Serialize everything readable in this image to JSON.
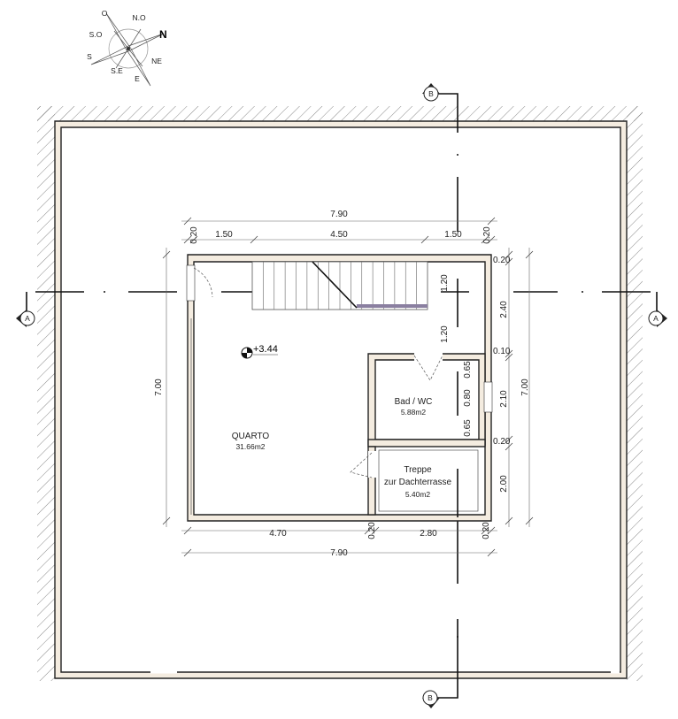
{
  "compass": {
    "labels": [
      "O",
      "N.O",
      "N",
      "NE",
      "E",
      "S.E",
      "S",
      "S.O"
    ]
  },
  "sections": {
    "a": "A",
    "b": "B"
  },
  "level": "+3.44",
  "rooms": [
    {
      "name": "QUARTO",
      "area": "31.66m2"
    },
    {
      "name": "Bad / WC",
      "area": "5.88m2"
    },
    {
      "name": "Treppe",
      "name2": "zur Dachterrasse",
      "area": "5.40m2"
    }
  ],
  "dims": {
    "top_total": "7.90",
    "top": [
      "0.20",
      "1.50",
      "4.50",
      "1.50",
      "0.20"
    ],
    "bottom": [
      "4.70",
      "0.20",
      "2.80",
      "0.20"
    ],
    "bottom_total": "7.90",
    "left_total": "7.00",
    "right": [
      "0.20",
      "2.40",
      "0.10",
      "2.10",
      "0.20",
      "2.00"
    ],
    "right_total": "7.00",
    "stair": [
      "1.20",
      "1.20"
    ],
    "bath": [
      "0.65",
      "0.80",
      "0.65"
    ]
  }
}
